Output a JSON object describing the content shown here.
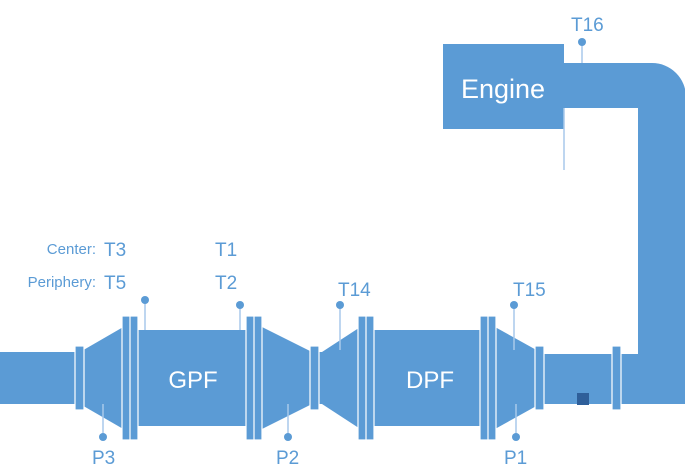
{
  "colors": {
    "pipe": "#5b9bd5",
    "dark": "#4a86c2",
    "light": "#a9c9ea",
    "marker": "#2f5f9a",
    "label": "#5b9bd5",
    "white": "#ffffff"
  },
  "labels": {
    "engine": "Engine",
    "gpf": "GPF",
    "dpf": "DPF",
    "center": "Center:",
    "periphery": "Periphery:",
    "t3": "T3",
    "t5": "T5",
    "t1": "T1",
    "t2": "T2",
    "t14": "T14",
    "t15": "T15",
    "t16": "T16",
    "p1": "P1",
    "p2": "P2",
    "p3": "P3"
  }
}
